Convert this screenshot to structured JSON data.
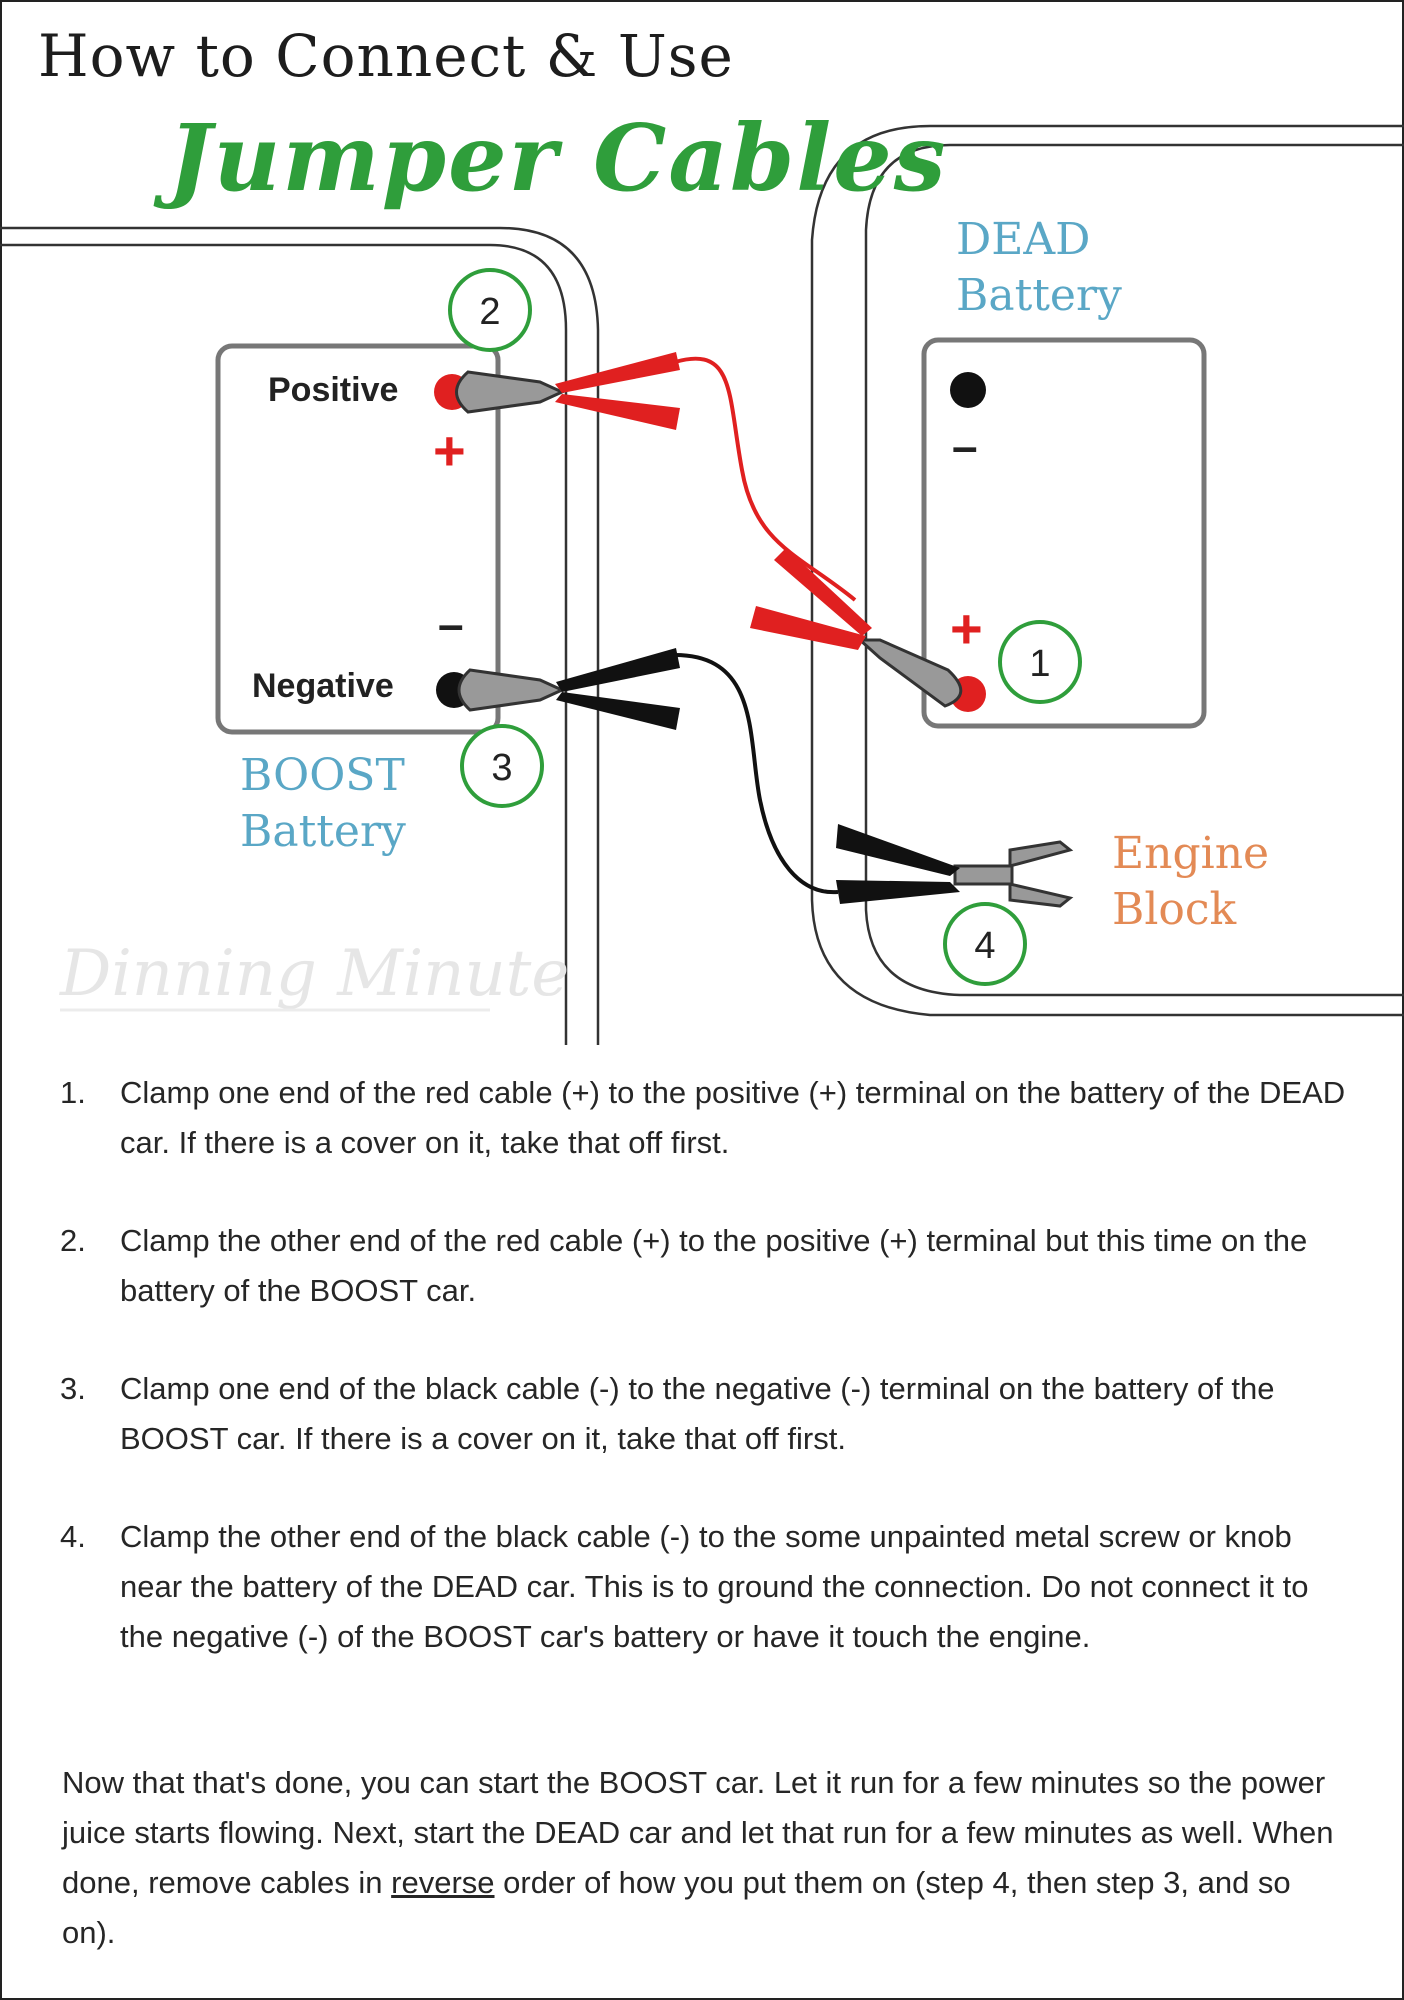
{
  "title": {
    "line1": "How to Connect & Use",
    "line2": "Jumper Cables"
  },
  "diagram": {
    "dead_battery": {
      "label_line1": "DEAD",
      "label_line2": "Battery",
      "neg_sign": "–",
      "pos_sign": "+"
    },
    "boost_battery": {
      "label_line1": "BOOST",
      "label_line2": "Battery",
      "pos_sign": "+",
      "neg_sign": "–",
      "positive_label": "Positive",
      "negative_label": "Negative"
    },
    "engine_block": {
      "label_line1": "Engine",
      "label_line2": "Block"
    },
    "step_markers": [
      "1",
      "2",
      "3",
      "4"
    ],
    "watermark": "Dinning Minute",
    "colors": {
      "label_blue": "#5aa7c6",
      "engine_orange": "#e38a55",
      "marker_green": "#2f9e3b",
      "red_cable": "#e02020",
      "black_cable": "#111111"
    }
  },
  "steps": [
    {
      "num": "1.",
      "text": "Clamp one end of the red cable (+) to the positive (+) terminal on the battery of the DEAD car. If there is a cover on it, take that off first."
    },
    {
      "num": "2.",
      "text": "Clamp the other end of the red cable (+) to the positive (+) terminal but this time on the battery of the BOOST car."
    },
    {
      "num": "3.",
      "text": "Clamp one end of the black cable (-) to the negative (-) terminal on the battery of the BOOST car. If there is a cover on it, take that off first."
    },
    {
      "num": "4.",
      "text": "Clamp the other end of the black cable (-) to the some unpainted metal screw or knob near the battery of the DEAD car. This is to ground the connection. Do not connect it to the negative (-) of the BOOST car's battery or have it touch the engine."
    }
  ],
  "closing": {
    "before": "Now that that's done, you can start the BOOST car. Let it run for a few minutes so the power juice starts flowing. Next, start the DEAD car and let that run for a few minutes as well. When done, remove cables in ",
    "underlined": "reverse",
    "after": " order of how you put them on (step 4, then step 3, and so on)."
  }
}
